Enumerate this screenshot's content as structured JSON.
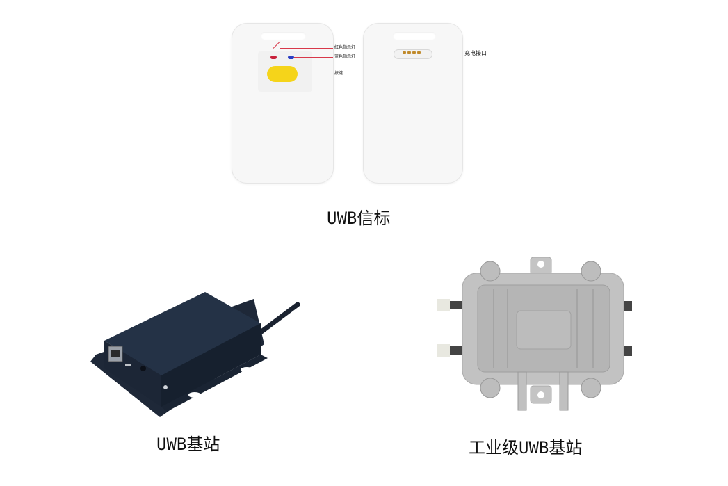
{
  "beacon_section": {
    "caption": "UWB信标",
    "front_callouts": {
      "red_led": "红色指示灯",
      "blue_led": "蓝色指示灯",
      "button": "按键"
    },
    "back_callouts": {
      "charging_port": "充电接口"
    }
  },
  "base_station": {
    "caption": "UWB基站"
  },
  "industrial_base_station": {
    "caption": "工业级UWB基站"
  },
  "colors": {
    "background": "#ffffff",
    "callout_line": "#d8384a",
    "led_red": "#c8203a",
    "led_blue": "#2b3fc4",
    "button_yellow": "#f5d41a",
    "device_dark": "#1f2a3a",
    "device_industrial": "#b9b9b9"
  }
}
